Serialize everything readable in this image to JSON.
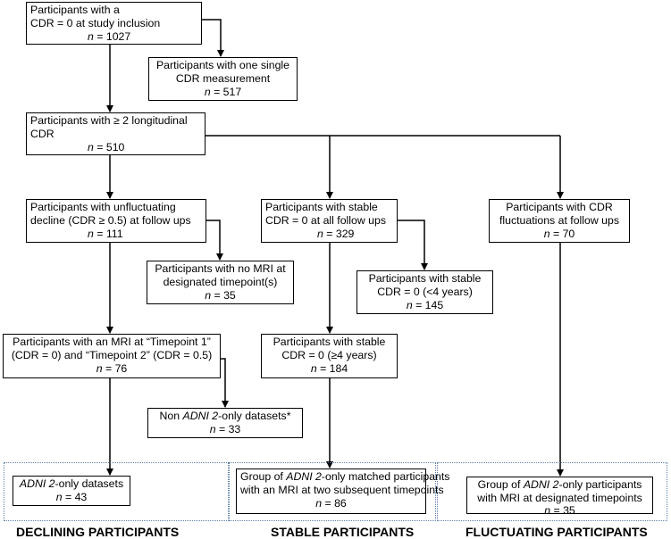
{
  "nodes": {
    "n1": {
      "l1": "Participants with a",
      "l2": "CDR = 0 at study inclusion",
      "nv": "n",
      "n": " = 1027"
    },
    "n2": {
      "l1": "Participants with one single",
      "l2": "CDR measurement",
      "nv": "n",
      "n": " = 517"
    },
    "n3": {
      "l1": "Participants with ≥ 2 longitudinal",
      "l2": "CDR",
      "nv": "n",
      "n": " = 510"
    },
    "n4": {
      "l1": "Participants with unfluctuating",
      "l2": "decline (CDR ≥ 0.5) at follow ups",
      "nv": "n",
      "n": " = 111"
    },
    "n5": {
      "l1": "Participants with stable",
      "l2": "CDR = 0 at all follow ups",
      "nv": "n",
      "n": " = 329"
    },
    "n6": {
      "l1": "Participants with CDR",
      "l2": "fluctuations at follow ups",
      "nv": "n",
      "n": " = 70"
    },
    "n7": {
      "l1": "Participants with no MRI at",
      "l2": "designated timepoint(s)",
      "nv": "n",
      "n": " = 35"
    },
    "n8": {
      "l1": "Participants with stable",
      "l2": "CDR = 0 (<4 years)",
      "nv": "n",
      "n": " = 145"
    },
    "n9": {
      "l1": "Participants with an MRI at “Timepoint 1”",
      "l2": "(CDR = 0) and “Timepoint 2” (CDR = 0.5)",
      "nv": "n",
      "n": " = 76"
    },
    "n10": {
      "l1": "Participants with stable",
      "l2": "CDR = 0 (≥4 years)",
      "nv": "n",
      "n": " = 184"
    },
    "n11": {
      "a": "Non ",
      "b": "ADNI 2",
      "c": "-only datasets*",
      "nv": "n",
      "n": " = 33"
    },
    "n12": {
      "b": "ADNI 2",
      "c": "-only datasets",
      "nv": "n",
      "n": " = 43"
    },
    "n13": {
      "a": "Group of ",
      "b": "ADNI 2",
      "c": "-only matched participants",
      "l2": "with an MRI at two subsequent timepoints",
      "nv": "n",
      "n": " = 86"
    },
    "n14": {
      "a": "Group of ",
      "b": "ADNI 2",
      "c": "-only participants",
      "l2": "with MRI at designated timepoints",
      "nv": "n",
      "n": " = 35"
    }
  },
  "groups": {
    "declining": "DECLINING PARTICIPANTS",
    "stable": "STABLE PARTICIPANTS",
    "fluctuating": "FLUCTUATING PARTICIPANTS"
  },
  "colors": {
    "box_border": "#000000",
    "group_border": "#5b7fa6",
    "arrow": "#000000"
  }
}
